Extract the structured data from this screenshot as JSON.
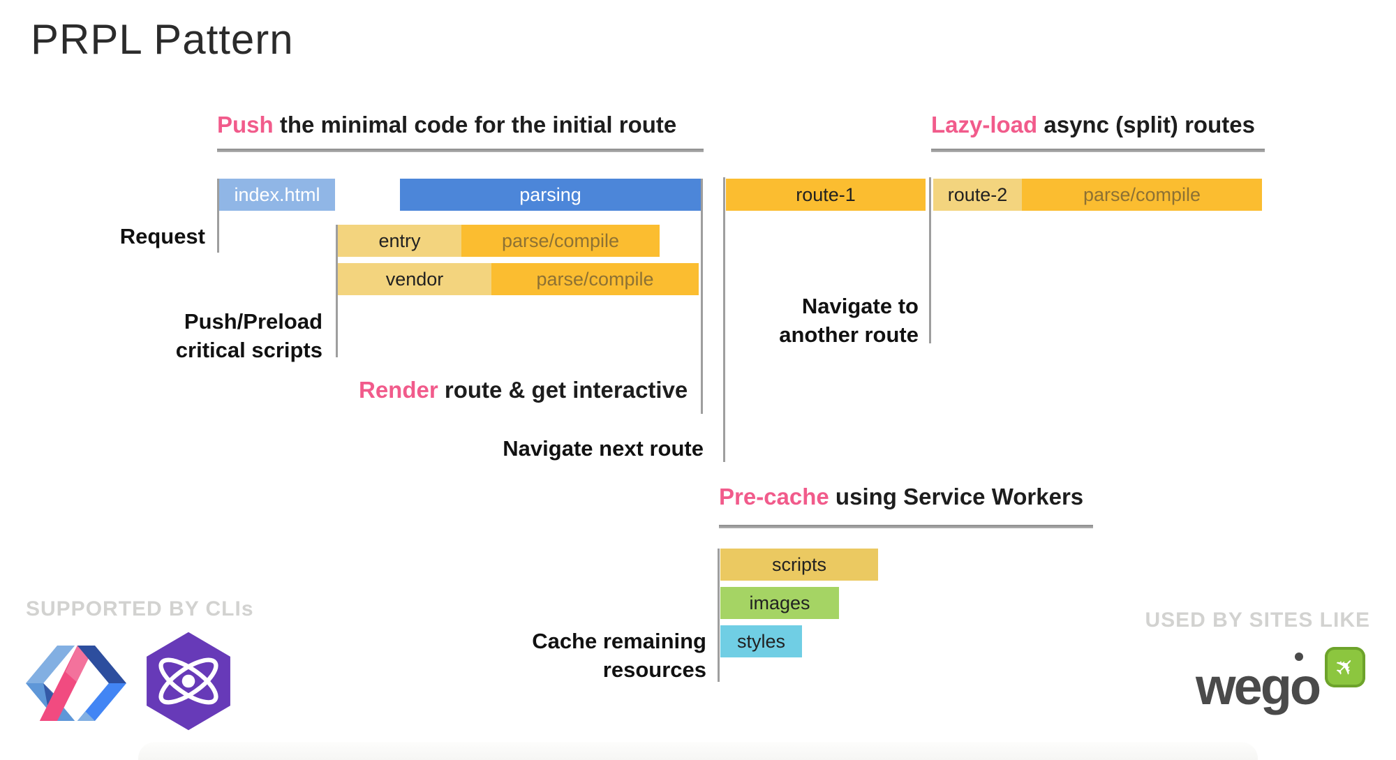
{
  "title": "PRPL Pattern",
  "colors": {
    "accent_pink": "#F15B8B",
    "parsing_blue": "#4C86D9",
    "index_light_blue": "#90B6E6",
    "amber": "#FBBD30",
    "light_amber": "#F3D47E",
    "scripts_yellow": "#EBC961",
    "images_green": "#A5D464",
    "styles_cyan": "#70CEE4",
    "line_gray": "#9E9E9E"
  },
  "headings": {
    "push": {
      "highlight": "Push",
      "rest": " the minimal code for the initial route"
    },
    "lazy": {
      "highlight": "Lazy-load",
      "rest": " async (split) routes"
    },
    "render": {
      "highlight": "Render",
      "rest": " route & get interactive"
    },
    "precache": {
      "highlight": "Pre-cache",
      "rest": " using Service Workers"
    }
  },
  "labels": {
    "request": "Request",
    "push_preload": [
      "Push/Preload",
      "critical scripts"
    ],
    "navigate_next": "Navigate next route",
    "navigate_another": [
      "Navigate to",
      "another route"
    ],
    "cache_remaining": [
      "Cache remaining",
      "resources"
    ]
  },
  "bars": {
    "index_html": "index.html",
    "parsing": "parsing",
    "entry": "entry",
    "entry_parse": "parse/compile",
    "vendor": "vendor",
    "vendor_parse": "parse/compile",
    "route1": "route-1",
    "route2": "route-2",
    "route2_parse": "parse/compile",
    "scripts": "scripts",
    "images": "images",
    "styles": "styles"
  },
  "footer": {
    "supported_by": "SUPPORTED BY CLIs",
    "used_by": "USED BY SITES LIKE",
    "wego_text": "wego"
  }
}
